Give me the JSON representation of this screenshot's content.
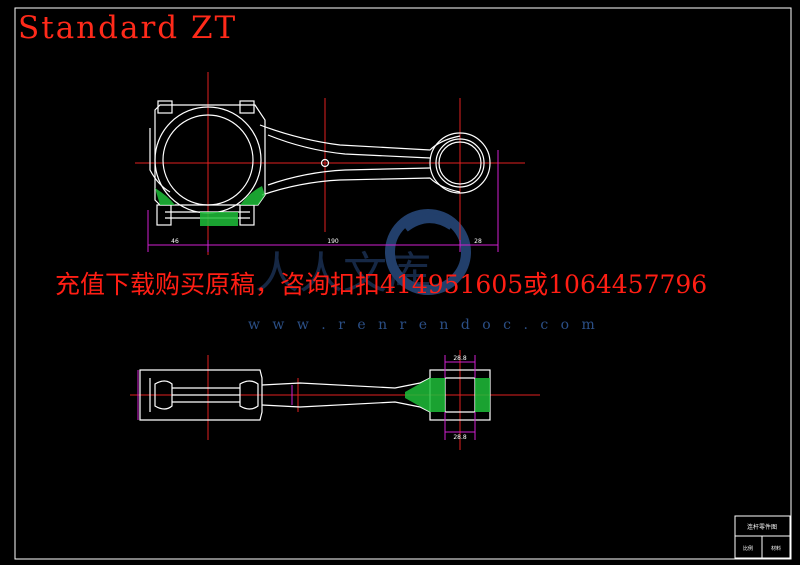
{
  "drawing": {
    "title": "Standard ZT",
    "promo_text": "充值下载购买原稿，咨询扣扣414951605或1064457796",
    "watermark_url": "w w w . r e n r e n d o c . c o m",
    "watermark_logo_text": "人人文库",
    "dimensions": {
      "top_left": "46",
      "top_center": "190",
      "top_right": "28",
      "bottom_top": "28.8",
      "bottom_bottom": "28.8"
    },
    "title_block": {
      "name": "连杆零件图",
      "label_left": "比例",
      "label_right": "材料"
    }
  },
  "colors": {
    "outline": "#ffffff",
    "centerline": "#e02020",
    "dimension": "#d020d0",
    "hatch": "#1fbf3a",
    "title": "#ff2a1a",
    "watermark": "#2b4f86"
  }
}
